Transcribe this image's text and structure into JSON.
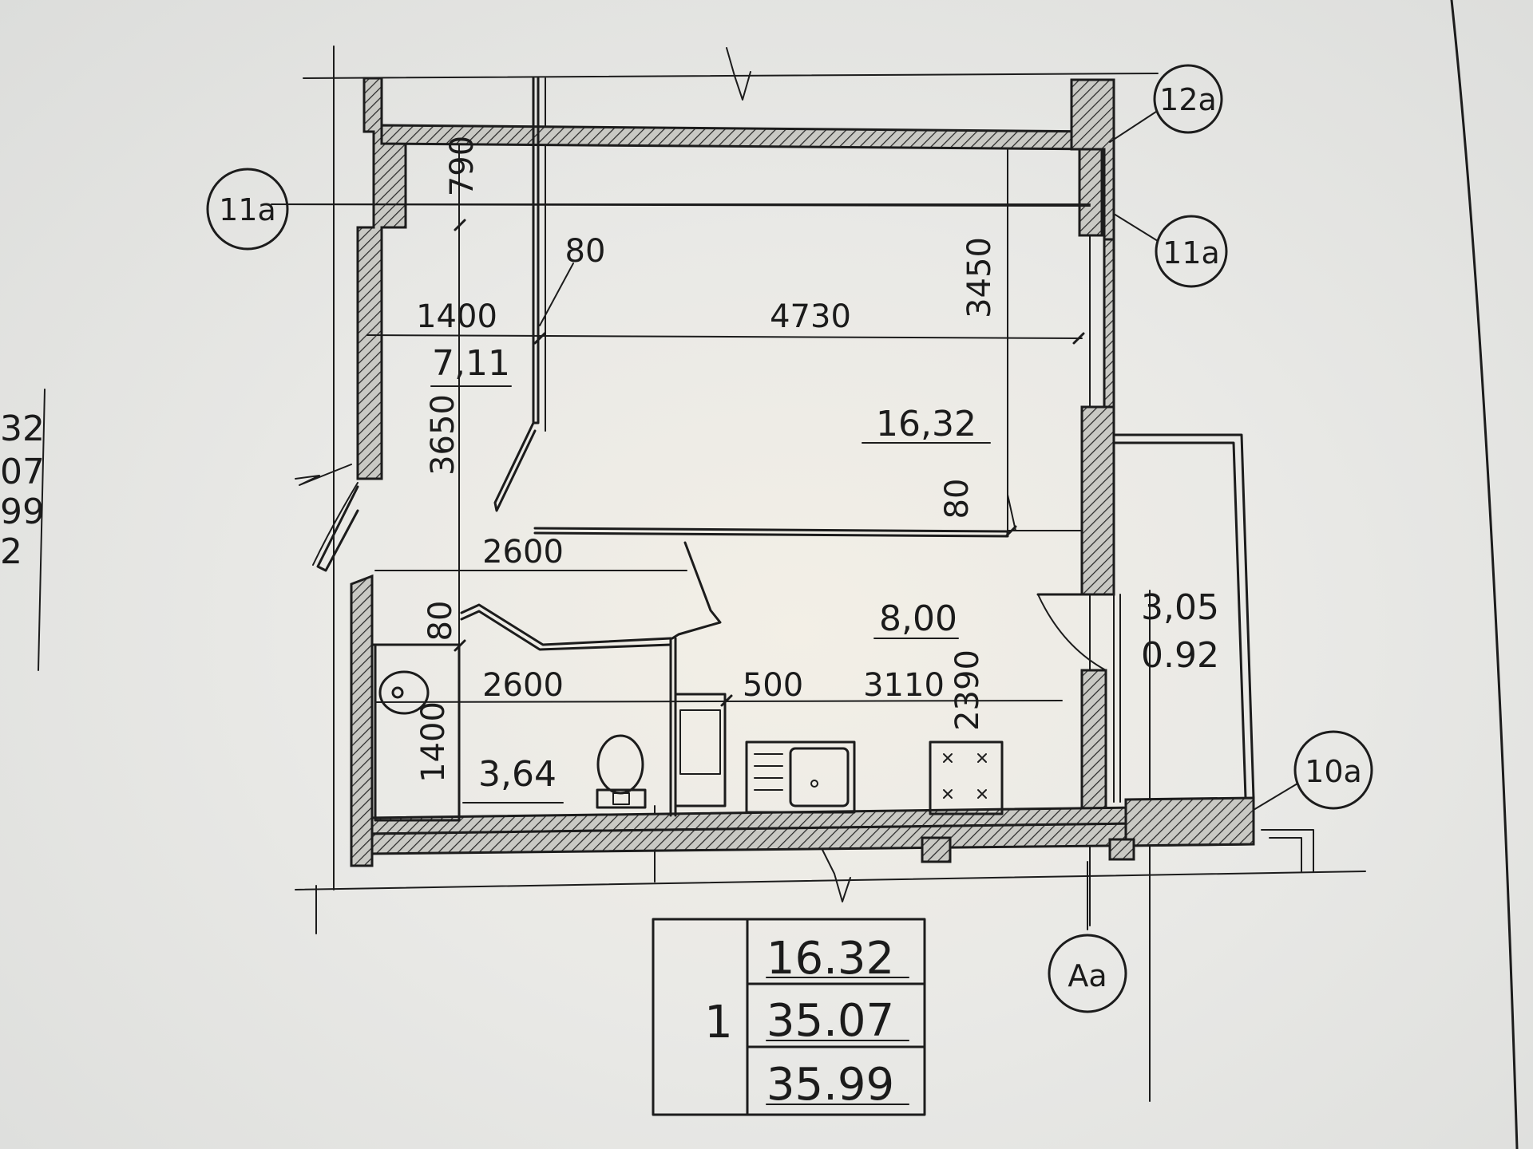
{
  "axes": {
    "left_mid": "11а",
    "right_mid": "11а",
    "right_top": "12а",
    "right_bottom": "10а",
    "bottom": "Аа"
  },
  "dimensions": {
    "d790": "790",
    "d80_top": "80",
    "d1400_top": "1400",
    "d4730": "4730",
    "d3450": "3450",
    "d3650": "3650",
    "d80_mid": "80",
    "d2600_a": "2600",
    "d80_bath": "80",
    "d2600_b": "2600",
    "d500": "500",
    "d3110": "3110",
    "d2390": "2390",
    "d1400_bath": "1400"
  },
  "areas": {
    "corridor": "7,11",
    "living_room": "16,32",
    "kitchen": "8,00",
    "bathroom": "3,64",
    "balcony": "3,05",
    "balcony_reduced": "0.92"
  },
  "summary": {
    "apartment_rooms": "1",
    "living_area": "16.32",
    "total_area": "35.07",
    "total_area_with_balcony": "35.99"
  },
  "side_fragment": [
    "32",
    "07",
    "99",
    "2"
  ]
}
